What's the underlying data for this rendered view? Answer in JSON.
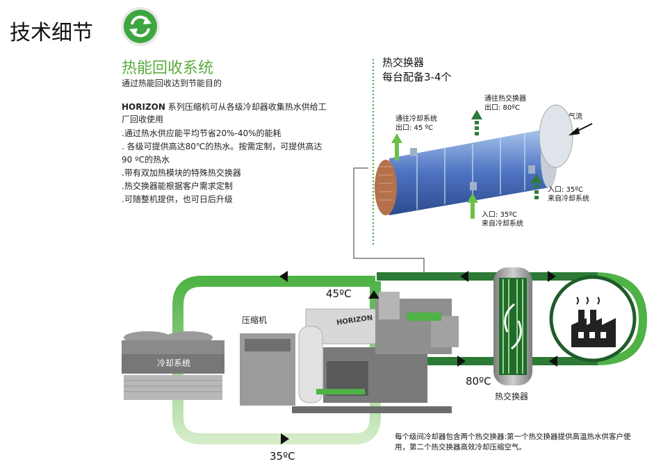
{
  "page_title": "技术细节",
  "section": {
    "title": "热能回收系统",
    "subtitle": "通过热能回收达到节能目的"
  },
  "brand": {
    "name": "HORIZON",
    "description": "系列压缩机可从各级冷却器收集热水供给工厂回收使用"
  },
  "bullets": [
    ".通过热水供应能平均节省20%-40%的能耗",
    ". 各级可提供高达80℃的热水。按需定制，可提供高达90 ºC的热水",
    ".带有双加热模块的特殊热交换器",
    ".热交换器能根据客户需求定制",
    ".可随整机提供，也可日后升级"
  ],
  "heat_exchanger_detail": {
    "title_line1": "热交换器",
    "title_line2": "每台配备3-4个",
    "labels": {
      "out_hot_line1": "通往热交换器",
      "out_hot_line2": "出口: 80ºC",
      "out_cool_line1": "通往冷却系统",
      "out_cool_line2": "出口: 45 ºC",
      "airflow": "气流",
      "in_right_line1": "入口: 35ºC",
      "in_right_line2": "来自冷却系统",
      "in_bottom_line1": "入口: 35ºC",
      "in_bottom_line2": "来自冷却系统"
    }
  },
  "system": {
    "temp_45": "45ºC",
    "temp_35": "35ºC",
    "temp_80": "80ºC",
    "compressor_label": "压缩机",
    "cooling_label": "冷却系统",
    "hx_label": "热交换器",
    "machine_brand": "HORIZON"
  },
  "footnote": "每个级间冷却器包含两个热交换器:第一个热交换器提供高温热水供客户使用，第二个热交换器高效冷却压缩空气。",
  "colors": {
    "green_light": "#6cc04a",
    "green_pale": "#c7e3b8",
    "green_dark": "#2f7a3a",
    "accent_title": "#5aab3c"
  }
}
